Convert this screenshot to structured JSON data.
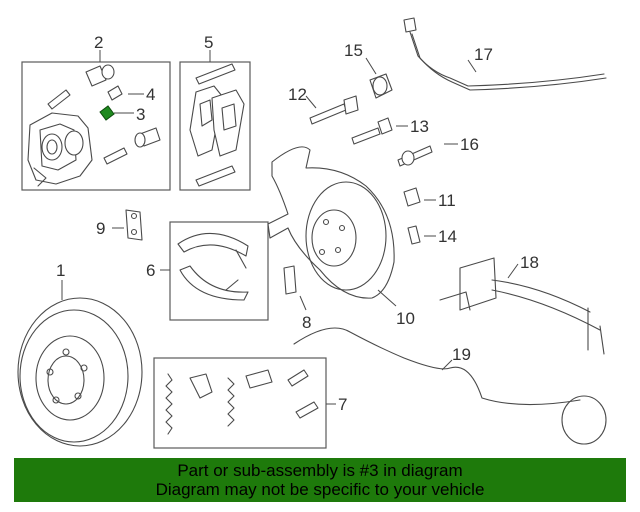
{
  "diagram": {
    "highlight_color": "#1f8a1f",
    "callouts": [
      "1",
      "2",
      "3",
      "4",
      "5",
      "6",
      "7",
      "8",
      "9",
      "10",
      "11",
      "12",
      "13",
      "14",
      "15",
      "16",
      "17",
      "18",
      "19"
    ]
  },
  "banner": {
    "background": "#1e7a0b",
    "line1": "Part or sub-assembly is #3 in diagram",
    "line2": "Diagram may not be specific to your vehicle"
  }
}
